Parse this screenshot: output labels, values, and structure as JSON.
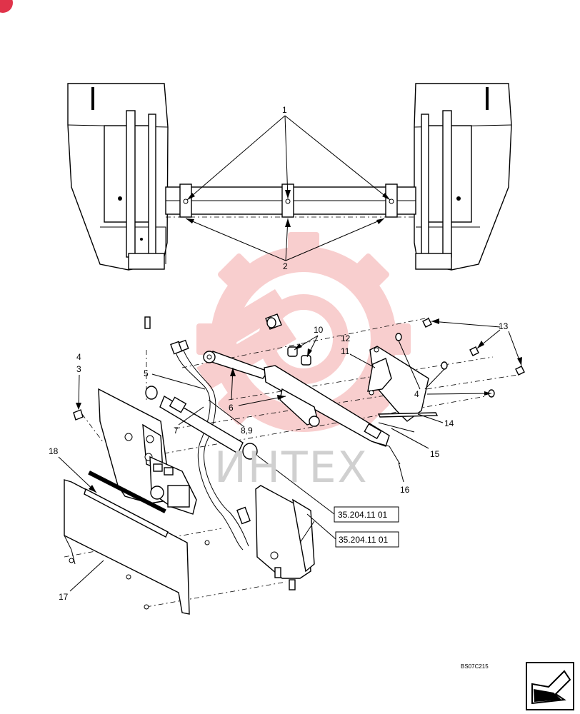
{
  "diagram": {
    "callouts": {
      "c1": "1",
      "c2": "2",
      "c3": "3",
      "c4a": "4",
      "c4b": "4",
      "c5": "5",
      "c6": "6",
      "c7": "7",
      "c89": "8,9",
      "c10": "10",
      "c11": "11",
      "c12": "12",
      "c13": "13",
      "c14": "14",
      "c15": "15",
      "c16": "16",
      "c17": "17",
      "c18": "18"
    },
    "references": [
      "35.204.11 01",
      "35.204.11 01"
    ],
    "drawing_code": "BS07C215",
    "watermark_text": "ИНТЕХ",
    "colors": {
      "watermark_logo": "#f7c6c6",
      "corner_badge": "#e0334a",
      "line": "#000000"
    },
    "icons": {
      "corner": "corner-badge-icon",
      "next_page": "next-page-arrow-icon",
      "watermark": "gear-watermark-icon"
    }
  }
}
